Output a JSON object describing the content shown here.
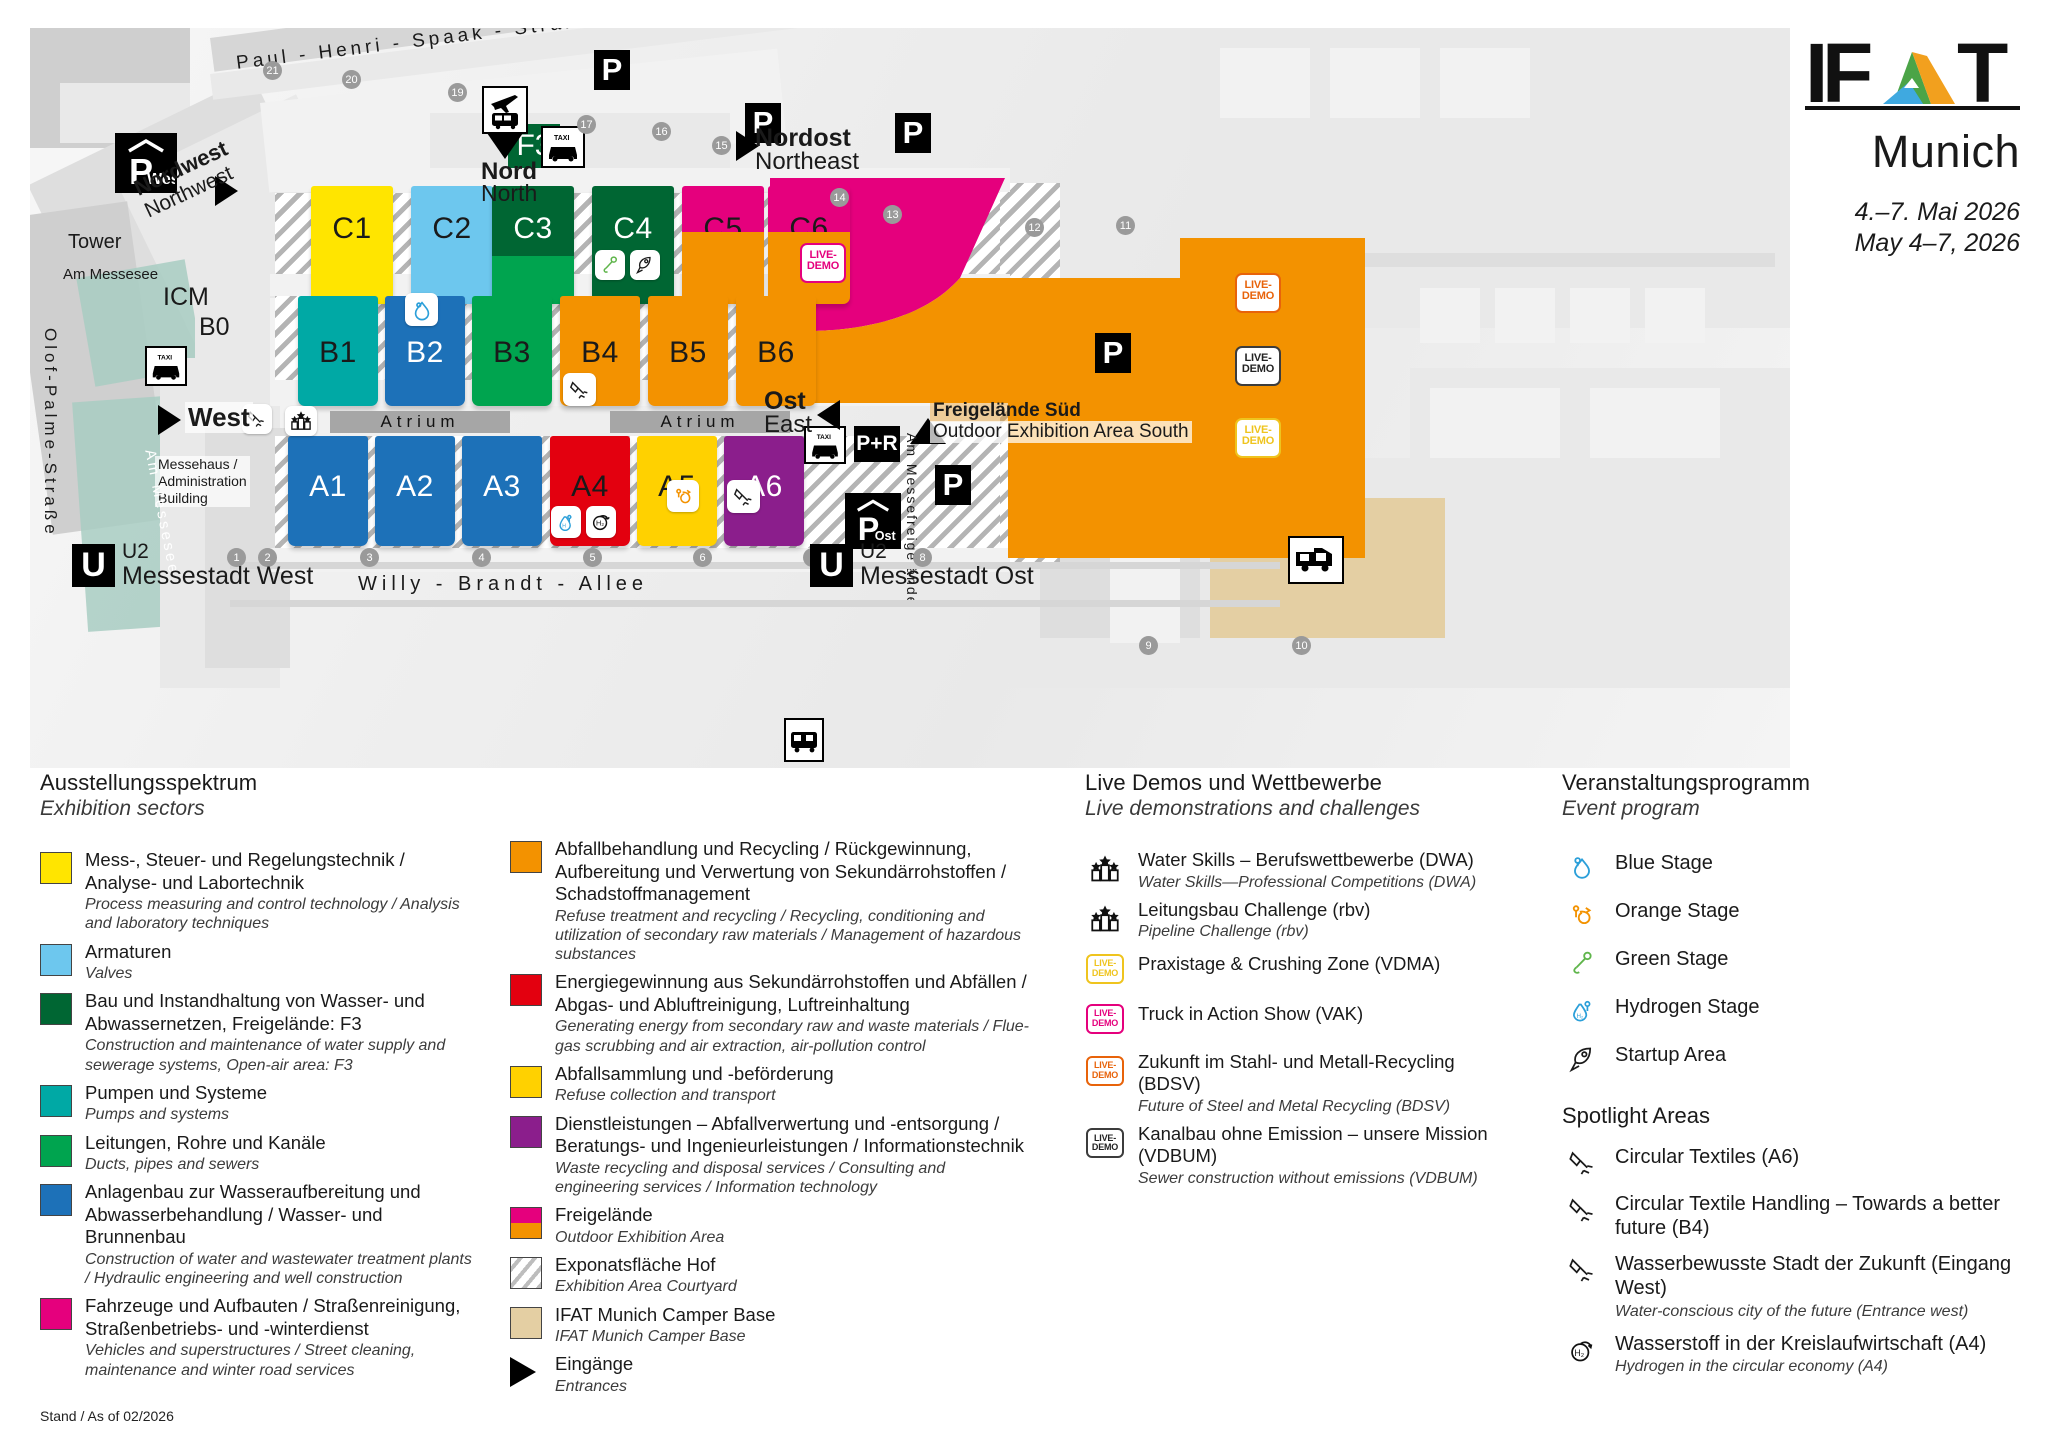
{
  "header": {
    "logo_text": "IFAT",
    "logo_sub": "Munich",
    "date_de": "4.–7. Mai 2026",
    "date_en": "May 4–7, 2026"
  },
  "map": {
    "streets": {
      "paul_henri": "Paul - Henri - Spaak - Straße",
      "olof_palme": "Olof-Palme-Straße",
      "am_messesee": "Am Messesee",
      "willy_brandt": "Willy - Brandt - Allee",
      "am_messefreigelaende": "Am Messefreigelände"
    },
    "places": {
      "tower": "Tower",
      "am_messesee_label": "Am Messesee",
      "icm": "ICM",
      "b0": "B0",
      "messehaus": "Messehaus /\nAdministration\nBuilding",
      "f3": "F3",
      "freigelaende_sued_de": "Freigelände Süd",
      "freigelaende_sued_en": "Outdoor Exhibition Area South",
      "atrium": "Atrium"
    },
    "entrances": [
      {
        "de": "Nordwest",
        "en": "Northwest"
      },
      {
        "de": "Nord",
        "en": "North"
      },
      {
        "de": "Nordost",
        "en": "Northeast"
      },
      {
        "de": "West",
        "en": ""
      },
      {
        "de": "Ost",
        "en": "East"
      }
    ],
    "stations": [
      {
        "line": "U2",
        "name": "Messestadt West"
      },
      {
        "line": "U2",
        "name": "Messestadt Ost"
      }
    ],
    "parking": [
      {
        "label": "P",
        "sub": "West"
      },
      {
        "label": "P",
        "sub": ""
      },
      {
        "label": "P",
        "sub": ""
      },
      {
        "label": "P",
        "sub": ""
      },
      {
        "label": "P",
        "sub": ""
      },
      {
        "label": "P",
        "sub": "Ost"
      },
      {
        "label": "P+R",
        "sub": ""
      },
      {
        "label": "P",
        "sub": ""
      }
    ],
    "taxi_label": "TAXI",
    "gate_numbers_south": [
      "1",
      "2",
      "3",
      "4",
      "5",
      "6",
      "7",
      "8",
      "9",
      "10"
    ],
    "gate_numbers_north": [
      "21",
      "20",
      "19",
      "17",
      "16",
      "15",
      "14",
      "13",
      "12",
      "11"
    ],
    "halls": [
      {
        "id": "C1",
        "color": "#FFE500",
        "color2": "",
        "text": "dark"
      },
      {
        "id": "C2",
        "color": "#6DC7EE",
        "color2": "",
        "text": "dark"
      },
      {
        "id": "C3",
        "color": "#006633",
        "color2": "#00A44F",
        "text": "light"
      },
      {
        "id": "C4",
        "color": "#006633",
        "color2": "",
        "text": "light"
      },
      {
        "id": "C5",
        "color": "#E5007D",
        "color2": "#F39200",
        "text": "dark"
      },
      {
        "id": "C6",
        "color": "#E5007D",
        "color2": "#F39200",
        "text": "dark"
      },
      {
        "id": "B1",
        "color": "#00A9A5",
        "color2": "",
        "text": "dark"
      },
      {
        "id": "B2",
        "color": "#1D71B8",
        "color2": "",
        "text": "light"
      },
      {
        "id": "B3",
        "color": "#00A44F",
        "color2": "",
        "text": "dark"
      },
      {
        "id": "B4",
        "color": "#F39200",
        "color2": "",
        "text": "dark"
      },
      {
        "id": "B5",
        "color": "#F39200",
        "color2": "",
        "text": "dark"
      },
      {
        "id": "B6",
        "color": "#F39200",
        "color2": "",
        "text": "dark"
      },
      {
        "id": "A1",
        "color": "#1D71B8",
        "color2": "",
        "text": "light"
      },
      {
        "id": "A2",
        "color": "#1D71B8",
        "color2": "",
        "text": "light"
      },
      {
        "id": "A3",
        "color": "#1D71B8",
        "color2": "",
        "text": "light"
      },
      {
        "id": "A4",
        "color": "#E3000F",
        "color2": "",
        "text": "dark"
      },
      {
        "id": "A5",
        "color": "#FFD100",
        "color2": "",
        "text": "dark"
      },
      {
        "id": "A6",
        "color": "#8B1E8C",
        "color2": "",
        "text": "light"
      }
    ],
    "live_demo_label_l1": "LIVE-",
    "live_demo_label_l2": "DEMO",
    "outdoor_live_demos": [
      {
        "area": "pink",
        "color": "#E5007D"
      },
      {
        "area": "orange-top",
        "color": "#E8630A"
      },
      {
        "area": "orange-mid",
        "color": "#1a1a1a"
      },
      {
        "area": "orange-bottom",
        "color": "#EFC41E"
      }
    ]
  },
  "legend": {
    "sectors": {
      "title_de": "Ausstellungsspektrum",
      "title_en": "Exhibition sectors",
      "items": [
        {
          "color": "#FFE500",
          "de": "Mess-, Steuer- und Regelungstechnik / Analyse- und Labortechnik",
          "en": "Process measuring and control technology / Analysis and laboratory techniques"
        },
        {
          "color": "#6DC7EE",
          "de": "Armaturen",
          "en": "Valves"
        },
        {
          "color": "#006633",
          "de": "Bau und Instandhaltung von Wasser- und Abwassernetzen, Freigelände: F3",
          "en": "Construction and maintenance of water supply and sewerage systems, Open-air area: F3"
        },
        {
          "color": "#00A9A5",
          "de": "Pumpen und Systeme",
          "en": "Pumps and systems"
        },
        {
          "color": "#00A44F",
          "de": "Leitungen, Rohre und Kanäle",
          "en": "Ducts, pipes and sewers"
        },
        {
          "color": "#1D71B8",
          "de": "Anlagenbau zur Wasseraufbereitung und Abwasserbehandlung / Wasser- und Brunnenbau",
          "en": "Construction of water and wastewater treatment plants / Hydraulic engineering and well construction"
        },
        {
          "color": "#E5007D",
          "de": "Fahrzeuge und Aufbauten / Straßenreinigung, Straßenbetriebs- und -winterdienst",
          "en": "Vehicles and superstructures / Street cleaning, maintenance and winter road services"
        }
      ],
      "items2": [
        {
          "color": "#F39200",
          "de": "Abfallbehandlung und Recycling / Rückgewinnung, Aufbereitung und Verwertung von Sekundärrohstoffen / Schadstoffmanagement",
          "en": "Refuse treatment and recycling / Recycling, conditioning and utilization of secondary raw materials / Management of  hazardous substances"
        },
        {
          "color": "#E3000F",
          "de": "Energiegewinnung aus Sekundärrohstoffen und Abfällen / Abgas- und Abluftreinigung, Luftreinhaltung",
          "en": "Generating energy from secondary raw and waste materials / Flue-gas scrubbing and air extraction, air-pollution control"
        },
        {
          "color": "#FFD100",
          "de": "Abfallsammlung und -beförderung",
          "en": "Refuse collection and transport"
        },
        {
          "color": "#8B1E8C",
          "de": "Dienstleistungen – Abfallverwertung und -entsorgung / Beratungs- und Ingenieurleistungen / Informationstechnik",
          "en": "Waste recycling and disposal services / Consulting and engineering services / Information technology"
        },
        {
          "color": "#E5007D",
          "color_b": "#F39200",
          "split": true,
          "de": "Freigelände",
          "en": "Outdoor Exhibition Area"
        },
        {
          "hatch": true,
          "de": "Exponatsfläche Hof",
          "en": "Exhibition Area Courtyard"
        },
        {
          "color": "#E4CFA3",
          "de": "IFAT Munich Camper Base",
          "en": "IFAT Munich Camper Base"
        },
        {
          "triangle": true,
          "de": "Eingänge",
          "en": "Entrances"
        }
      ]
    },
    "live_demos": {
      "title_de": "Live Demos und Wettbewerbe",
      "title_en": "Live demonstrations and challenges",
      "items": [
        {
          "icon": "podium-icon",
          "de": "Water Skills – Berufswettbewerbe (DWA)",
          "en": "Water Skills—Professional Competitions (DWA)"
        },
        {
          "icon": "podium-icon",
          "de": "Leitungsbau Challenge (rbv)",
          "en": "Pipeline Challenge (rbv)"
        },
        {
          "icon": "live-demo-badge",
          "badge_color": "#EFC41E",
          "de": "Praxistage & Crushing Zone (VDMA)",
          "en": ""
        },
        {
          "icon": "live-demo-badge",
          "badge_color": "#E5007D",
          "de": "Truck in Action Show (VAK)",
          "en": ""
        },
        {
          "icon": "live-demo-badge",
          "badge_color": "#E8630A",
          "de": "Zukunft im Stahl- und Metall-Recycling  (BDSV)",
          "en": "Future of Steel and Metal Recycling (BDSV)"
        },
        {
          "icon": "live-demo-badge",
          "badge_color": "#3C3C3C",
          "de": "Kanalbau ohne Emission – unsere Mission (VDBUM)",
          "en": "Sewer construction without emissions (VDBUM)"
        }
      ]
    },
    "event_program": {
      "title_de": "Veranstaltungsprogramm",
      "title_en": "Event program",
      "items": [
        {
          "icon": "blue-stage-icon",
          "color": "#2B9FD9",
          "label": "Blue Stage"
        },
        {
          "icon": "orange-stage-icon",
          "color": "#F39200",
          "label": "Orange Stage"
        },
        {
          "icon": "green-stage-icon",
          "color": "#5FB54B",
          "label": "Green Stage"
        },
        {
          "icon": "hydrogen-stage-icon",
          "color": "#2B9FD9",
          "label": "Hydrogen Stage"
        },
        {
          "icon": "rocket-icon",
          "color": "#1a1a1a",
          "label": "Startup Area"
        }
      ]
    },
    "spotlight": {
      "title": "Spotlight Areas",
      "items": [
        {
          "icon": "spotlight-icon",
          "de": "Circular Textiles (A6)",
          "en": ""
        },
        {
          "icon": "spotlight-icon",
          "de": "Circular Textile Handling – Towards a better future (B4)",
          "en": ""
        },
        {
          "icon": "spotlight-icon",
          "de": "Wasserbewusste Stadt der Zukunft (Eingang West)",
          "en": "Water-conscious city of the future (Entrance west)"
        },
        {
          "icon": "h2-icon",
          "de": "Wasserstoff in der Kreislaufwirtschaft (A4)",
          "en": "Hydrogen in the circular economy (A4)"
        }
      ]
    }
  },
  "footer": {
    "as_of": "Stand / As of 02/2026"
  }
}
